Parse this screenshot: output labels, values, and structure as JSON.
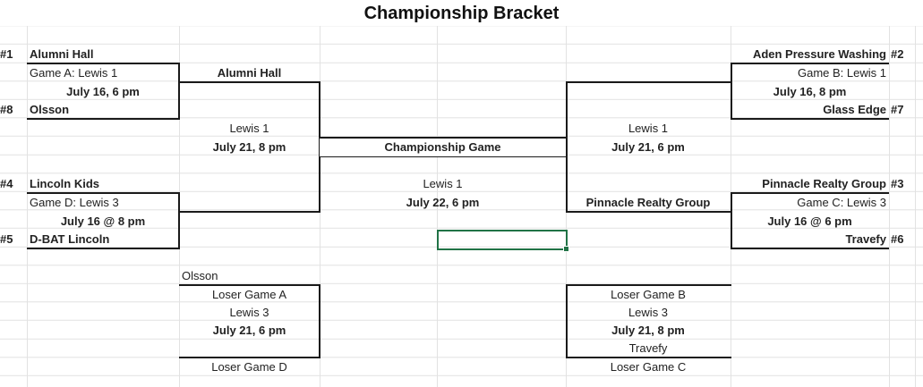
{
  "title": "Championship Bracket",
  "left": {
    "seed1": "#1",
    "team1": "Alumni Hall",
    "gameA": "Game A:   Lewis 1",
    "gameA_time": "July 16, 6 pm",
    "seed8": "#8",
    "team8": "Olsson",
    "seed4": "#4",
    "team4": "Lincoln Kids",
    "gameD": "Game D: Lewis 3",
    "gameD_time": "July 16 @ 8 pm",
    "seed5": "#5",
    "team5": "D-BAT Lincoln"
  },
  "right": {
    "seed2": "#2",
    "team2": "Aden Pressure Washing",
    "gameB": "Game B:  Lewis 1",
    "gameB_time": "July 16, 8 pm",
    "seed7": "#7",
    "team7": "Glass Edge",
    "seed3": "#3",
    "team3": "Pinnacle Realty Group",
    "gameC": "Game C: Lewis 3",
    "gameC_time": "July 16 @ 6 pm",
    "seed6": "#6",
    "team6": "Travefy"
  },
  "semis": {
    "left_winner": "Alumni Hall",
    "left_field": "Lewis 1",
    "left_time": "July 21, 8 pm",
    "right_field": "Lewis 1",
    "right_time": "July 21, 6 pm",
    "right_winner": "Pinnacle Realty Group"
  },
  "final": {
    "label": "Championship Game",
    "field": "Lewis 1",
    "time": "July 22, 6 pm"
  },
  "consolation_left": {
    "team_top": "Olsson",
    "top": "Loser Game A",
    "field": "Lewis 3",
    "time": "July 21, 6 pm",
    "bottom": "Loser Game D"
  },
  "consolation_right": {
    "top": "Loser Game B",
    "field": "Lewis 3",
    "time": "July 21, 8 pm",
    "team_bottom": "Travefy",
    "bottom": "Loser Game C"
  }
}
